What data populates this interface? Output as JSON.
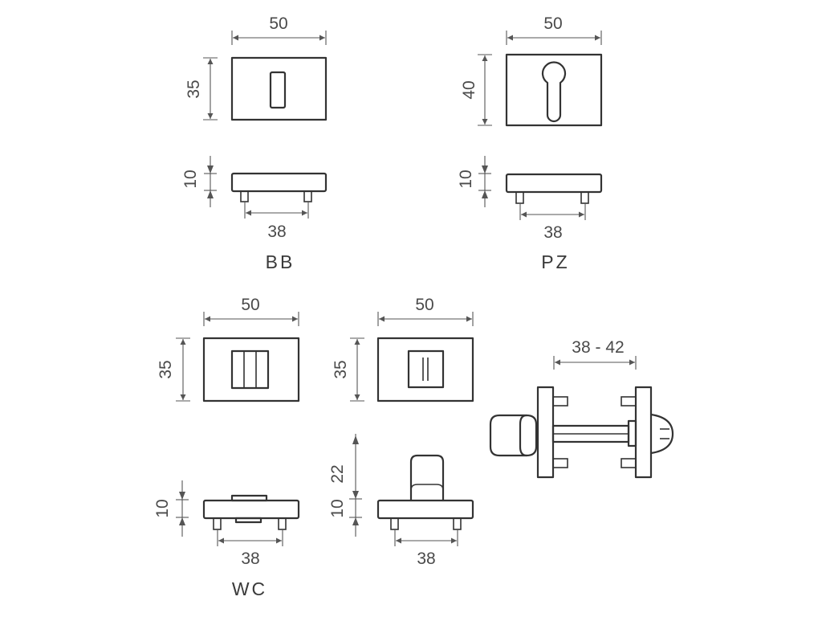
{
  "bb": {
    "width": "50",
    "height": "35",
    "thickness": "10",
    "pin_spacing": "38",
    "label": "BB"
  },
  "pz": {
    "width": "50",
    "height": "40",
    "thickness": "10",
    "pin_spacing": "38",
    "label": "PZ"
  },
  "wc": {
    "width_left": "50",
    "height_left": "35",
    "thickness_left": "10",
    "pin_spacing_left": "38",
    "width_right": "50",
    "height_right": "35",
    "knob_height": "22",
    "thickness_right": "10",
    "pin_spacing_right": "38",
    "door_range": "38 - 42",
    "label": "WC"
  },
  "colors": {
    "line": "#333333",
    "dimension": "#555555",
    "background": "#ffffff"
  }
}
